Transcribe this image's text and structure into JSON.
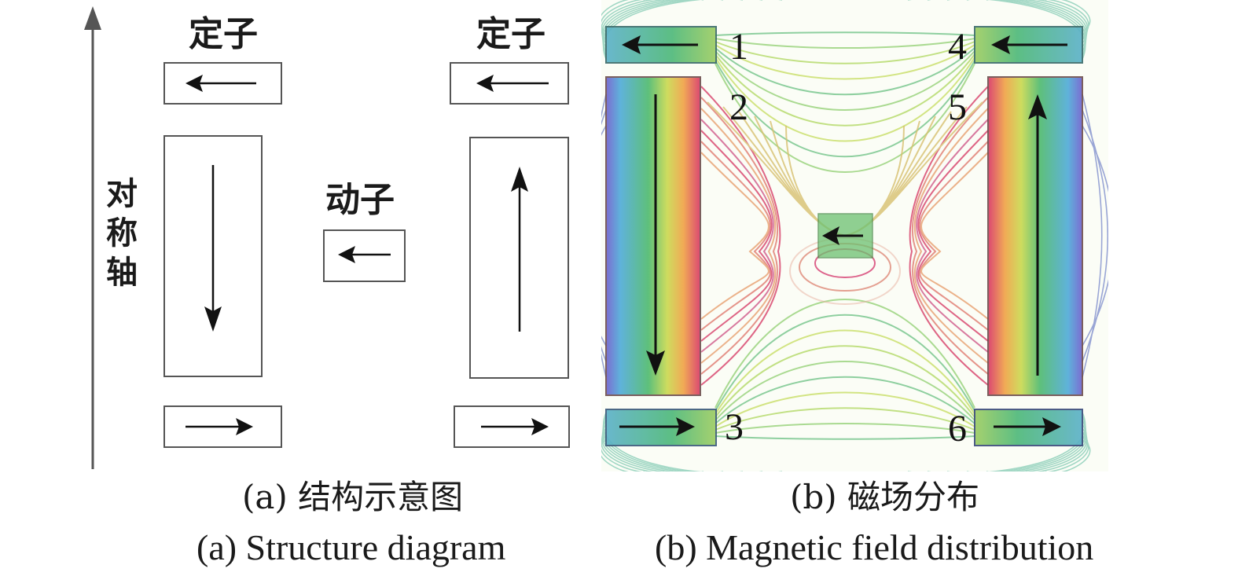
{
  "panel_a": {
    "axis_label": [
      "对",
      "称",
      "轴"
    ],
    "stator_top_left": "定子",
    "stator_top_right": "定子",
    "mover_label": "动子",
    "magnets": [
      {
        "id": "stator-left-top",
        "direction": "left"
      },
      {
        "id": "stator-left-main",
        "direction": "down"
      },
      {
        "id": "stator-left-bottom",
        "direction": "right"
      },
      {
        "id": "mover",
        "direction": "left"
      },
      {
        "id": "stator-right-top",
        "direction": "left"
      },
      {
        "id": "stator-right-main",
        "direction": "up"
      },
      {
        "id": "stator-right-bottom",
        "direction": "right"
      }
    ],
    "caption_cn": "(a) 结构示意图",
    "caption_en": "(a) Structure diagram"
  },
  "panel_b": {
    "magnet_numbers": [
      "1",
      "2",
      "3",
      "4",
      "5",
      "6"
    ],
    "magnets": [
      {
        "number": "1",
        "direction": "left"
      },
      {
        "number": "2",
        "direction": "down"
      },
      {
        "number": "3",
        "direction": "right"
      },
      {
        "number": "4",
        "direction": "left"
      },
      {
        "number": "5",
        "direction": "up"
      },
      {
        "number": "6",
        "direction": "right"
      },
      {
        "number": "",
        "direction": "left",
        "role": "mover"
      }
    ],
    "caption_cn": "(b) 磁场分布",
    "caption_en": "(b) Magnetic field distribution"
  },
  "colors": {
    "outline": "#555555",
    "arrow": "#111111",
    "field_green": "#6cc070",
    "field_yellow": "#cfe070",
    "field_red": "#d8406a",
    "field_blue": "#5070c0"
  }
}
